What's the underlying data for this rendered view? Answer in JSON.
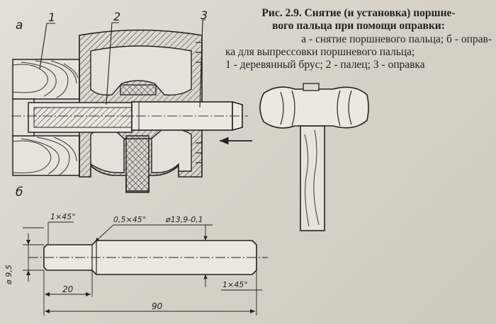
{
  "caption": {
    "figure_no": "Рис. 2.9.",
    "title_line1": "Снятие (и установка) поршне-",
    "title_line2": "вого пальца при помощи оправки:",
    "legend_line1": "а - снятие поршневого пальца; б - оправ-",
    "legend_line2": "ка для выпрессовки поршневого пальца;",
    "legend_line3": "1 - деревянный брус; 2 - палец; 3 - оправка"
  },
  "view_labels": {
    "a": "а",
    "b": "б"
  },
  "callouts": {
    "n1": "1",
    "n2": "2",
    "n3": "3"
  },
  "dimensions": {
    "chamfer_left": "1×45°",
    "chamfer_step": "0,5×45°",
    "diameter_main": "ø13,9-0,1",
    "diameter_pilot": "ø 9,5",
    "pilot_length": "20",
    "chamfer_right": "1×45°",
    "total_length": "90"
  },
  "colors": {
    "ink": "#2a2a2a",
    "paper": "#ddd8d0"
  }
}
